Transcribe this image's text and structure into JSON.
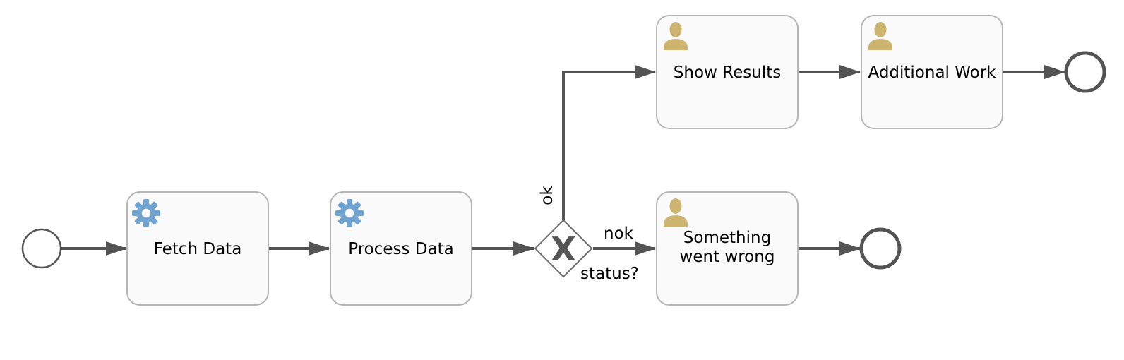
{
  "diagram_type": "BPMN process",
  "colors": {
    "flow": "#545454",
    "task_fill": "#FAFAFA",
    "task_stroke": "#B5B5B5",
    "gateway_stroke": "#6B6B6B",
    "event_stroke": "#545454",
    "service_icon": "#70A3CF",
    "user_icon": "#CDB46F",
    "label": "#000000"
  },
  "nodes": {
    "start_event": {
      "type": "start-event"
    },
    "fetch_data": {
      "type": "service-task",
      "label": "Fetch Data"
    },
    "process_data": {
      "type": "service-task",
      "label": "Process Data"
    },
    "status_gateway": {
      "type": "exclusive-gateway",
      "label": "status?",
      "marker": "X"
    },
    "show_results": {
      "type": "user-task",
      "label": "Show Results"
    },
    "additional_work": {
      "type": "user-task",
      "label": "Additional Work"
    },
    "something_went_wrong": {
      "type": "user-task",
      "label": "Something went wrong",
      "lines": [
        "Something",
        "went wrong"
      ]
    },
    "end_event_top": {
      "type": "end-event"
    },
    "end_event_bottom": {
      "type": "end-event"
    }
  },
  "flows": {
    "start_to_fetch": {
      "from": "start_event",
      "to": "fetch_data"
    },
    "fetch_to_process": {
      "from": "fetch_data",
      "to": "process_data"
    },
    "process_to_gateway": {
      "from": "process_data",
      "to": "status_gateway"
    },
    "ok": {
      "label": "ok",
      "from": "status_gateway",
      "to": "show_results"
    },
    "nok": {
      "label": "nok",
      "from": "status_gateway",
      "to": "something_went_wrong"
    },
    "show_to_additional": {
      "from": "show_results",
      "to": "additional_work"
    },
    "additional_to_end": {
      "from": "additional_work",
      "to": "end_event_top"
    },
    "something_to_end": {
      "from": "something_went_wrong",
      "to": "end_event_bottom"
    }
  }
}
